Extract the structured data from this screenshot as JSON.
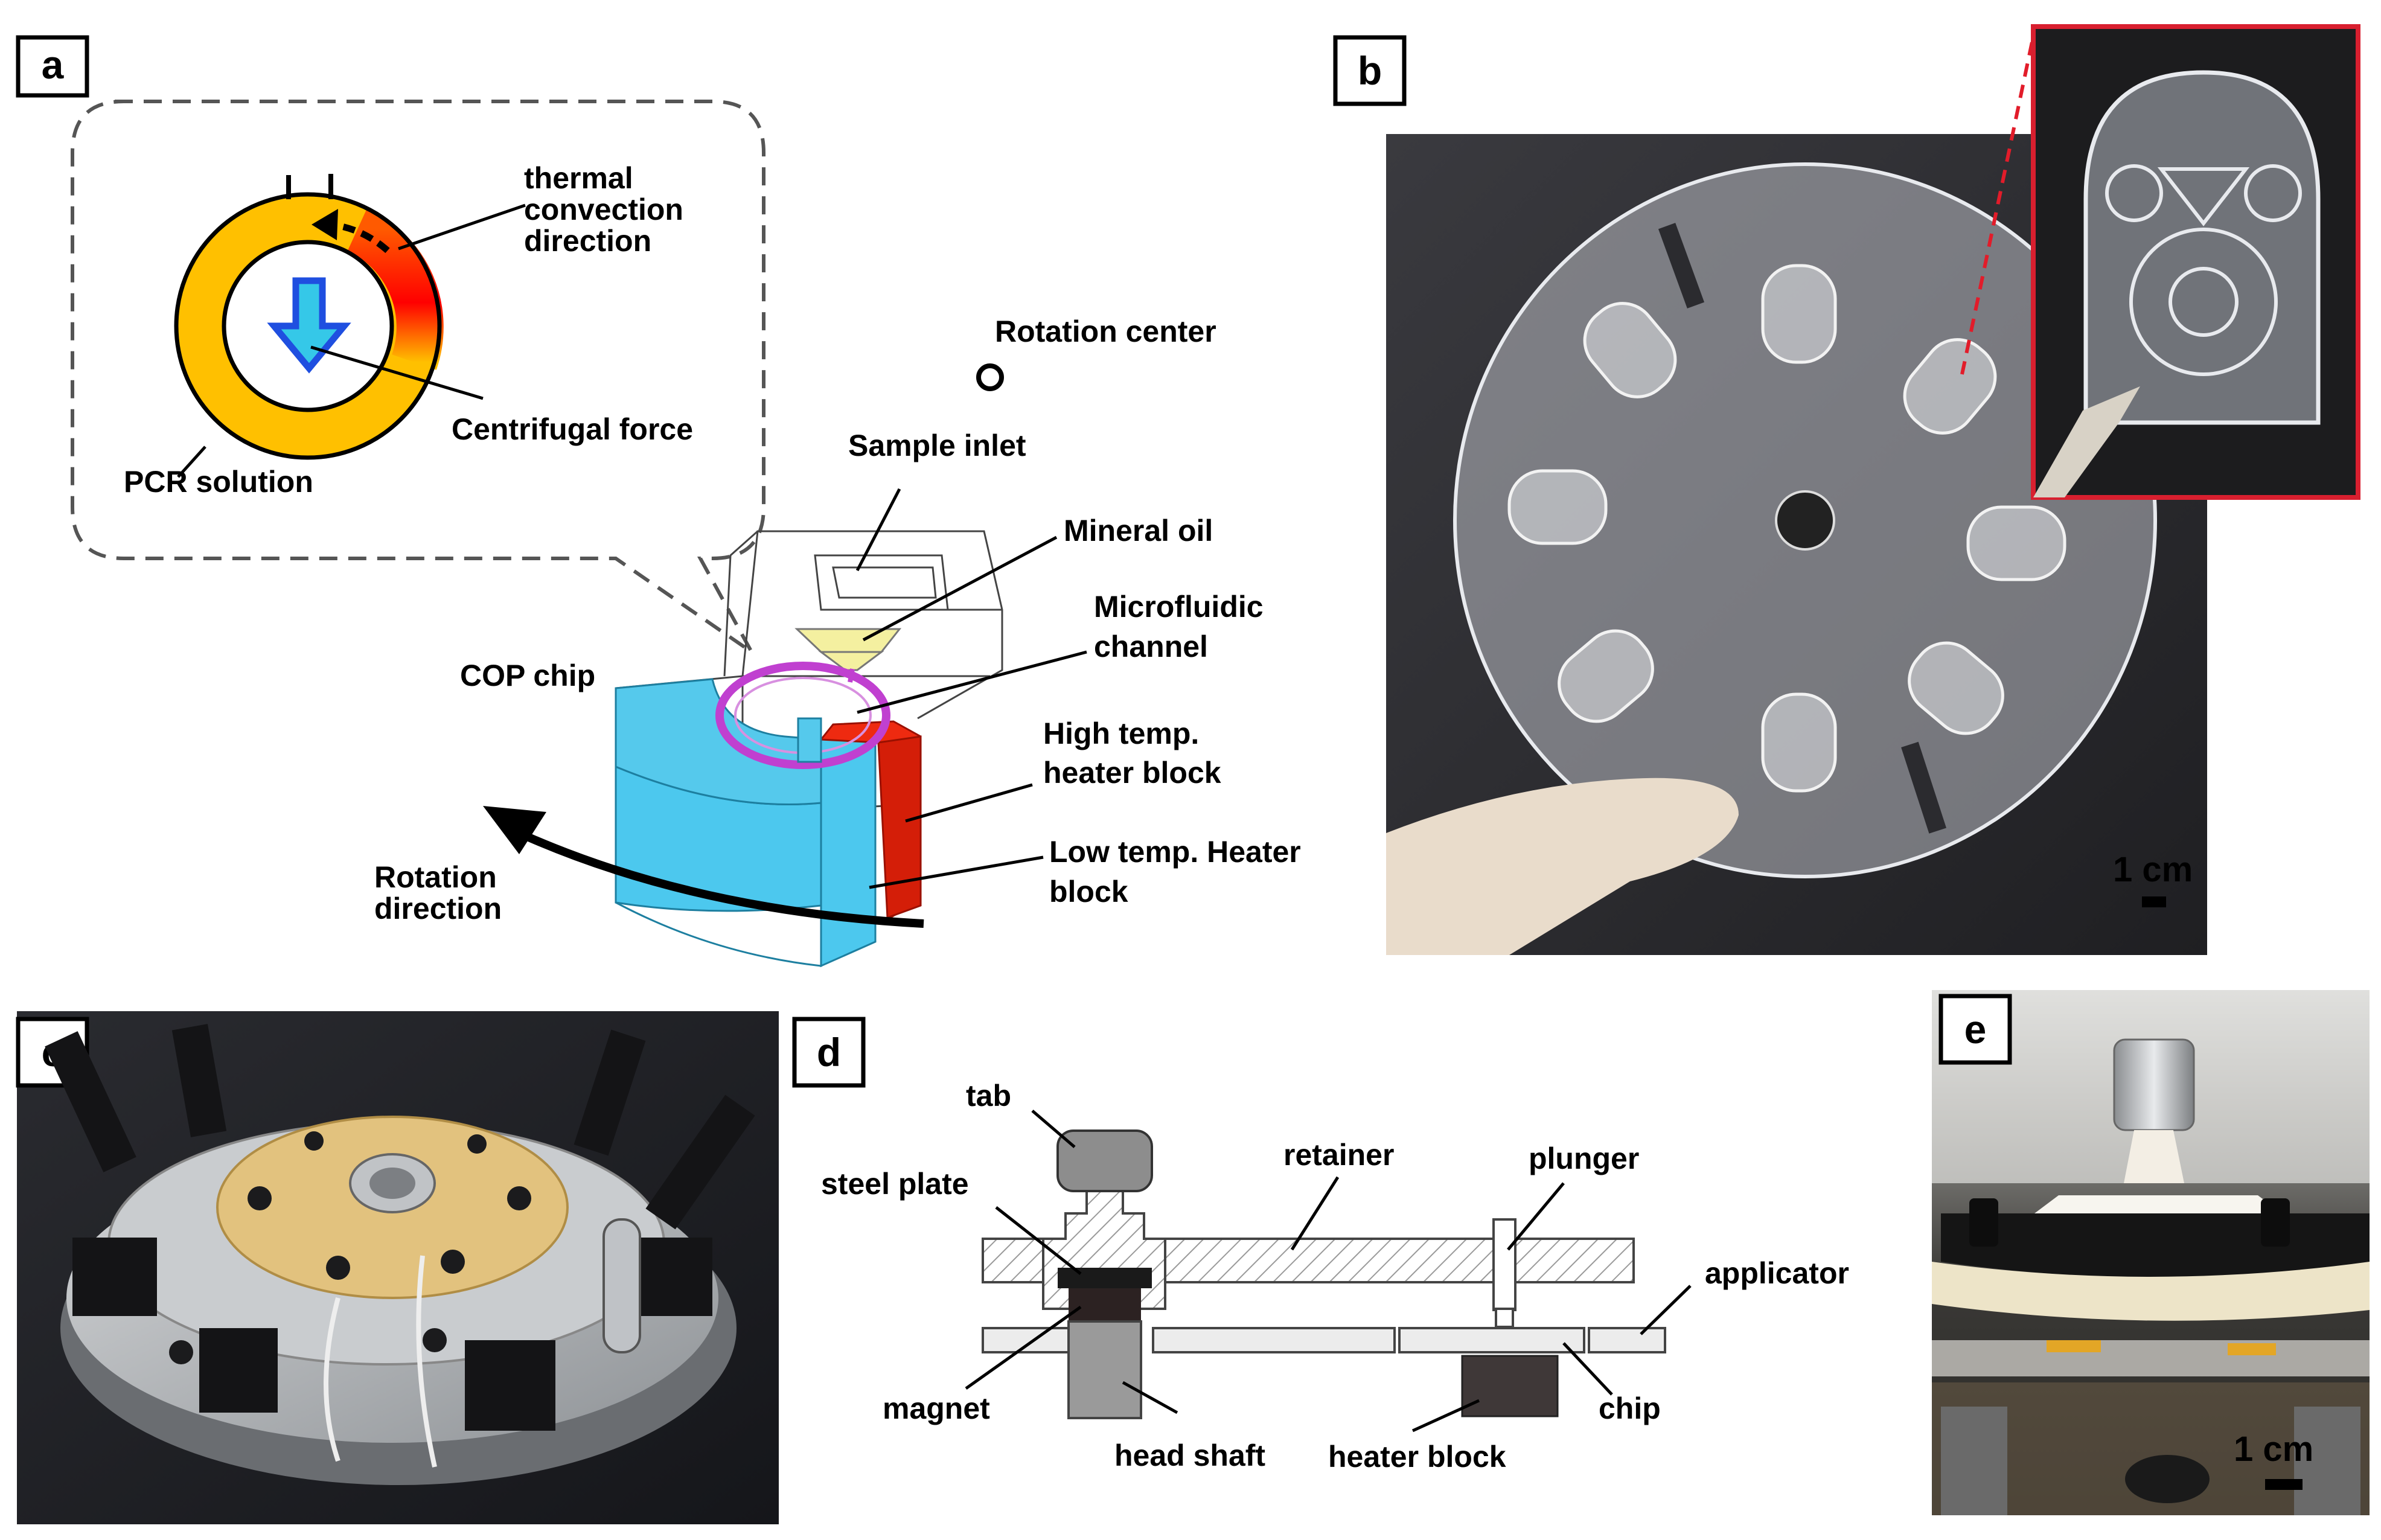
{
  "panels": {
    "a": {
      "letter": "a",
      "labels": {
        "thermal_convection": [
          "thermal",
          "convection",
          "direction"
        ],
        "centrifugal_force": "Centrifugal force",
        "pcr_solution": "PCR solution",
        "rotation_center": "Rotation center",
        "sample_inlet": "Sample inlet",
        "mineral_oil": "Mineral oil",
        "microfluidic_channel": [
          "Microfluidic",
          "channel"
        ],
        "cop_chip": "COP chip",
        "high_temp_heater": [
          "High temp.",
          "heater block"
        ],
        "low_temp_heater": [
          "Low temp. Heater",
          "block"
        ],
        "rotation_direction": [
          "Rotation",
          "direction"
        ]
      },
      "colors": {
        "pcr_solution": "#ffc000",
        "hot_zone": "#ff0000",
        "arrow_blue": "#1f4fe0",
        "arrow_fill": "#35c8e8",
        "channel": "#c040d0",
        "oil": "#f4f0a0",
        "chip_block": "#4cc8ee",
        "heater_red": "#ee2a10"
      }
    },
    "b": {
      "letter": "b",
      "scale_bar": "1 cm"
    },
    "c": {
      "letter": "c"
    },
    "d": {
      "letter": "d",
      "labels": {
        "tab": "tab",
        "steel_plate": "steel plate",
        "retainer": "retainer",
        "plunger": "plunger",
        "applicator": "applicator",
        "magnet": "magnet",
        "head_shaft": "head shaft",
        "heater_block": "heater block",
        "chip": "chip"
      }
    },
    "e": {
      "letter": "e",
      "scale_bar": "1 cm"
    }
  }
}
